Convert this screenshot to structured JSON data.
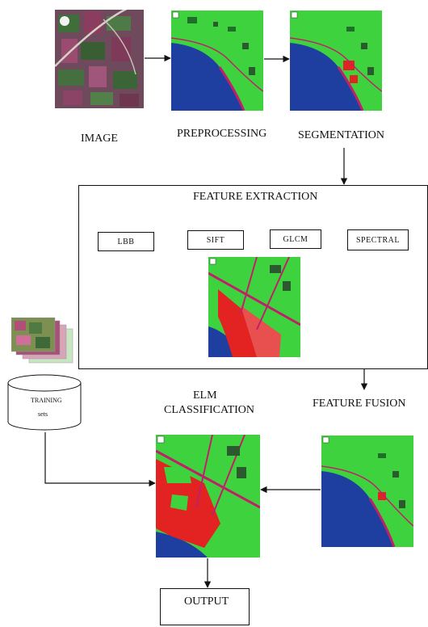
{
  "nodes": {
    "image": "IMAGE",
    "preprocessing": "PREPROCESSING",
    "segmentation": "SEGMENTATION",
    "feature_extraction": "FEATURE EXTRACTION",
    "methods": [
      "LBB",
      "SIFT",
      "GLCM",
      "SPECTRAL"
    ],
    "training_sets": [
      "TRAINING",
      "sets"
    ],
    "elm_classification": [
      "ELM",
      "CLASSIFICATION"
    ],
    "feature_fusion": "FEATURE FUSION",
    "output": "OUTPUT"
  },
  "colors": {
    "water": "#1f3fa0",
    "vegetation": "#3fd23f",
    "urban": "#e32222",
    "boundary": "#c0206a",
    "line": "#111111"
  }
}
